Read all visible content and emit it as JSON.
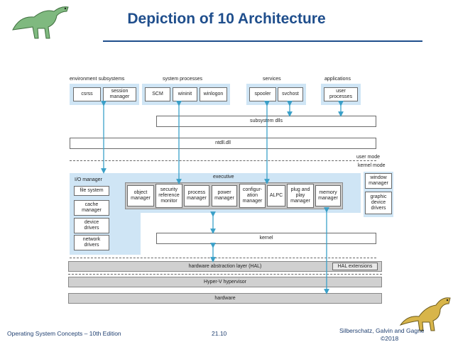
{
  "slide": {
    "title": "Depiction of 10 Architecture",
    "footer_left": "Operating System Concepts – 10th Edition",
    "footer_center": "21.10",
    "footer_right": "Silberschatz, Galvin and Gagne",
    "footer_right_2": "©2018"
  },
  "diagram": {
    "group_labels": {
      "environment_subsystems": "environment subsystems",
      "system_processes": "system processes",
      "services": "services",
      "applications": "applications"
    },
    "user_boxes": {
      "csrss": "csrss",
      "session_manager": "session\nmanager",
      "scm": "SCM",
      "wininit": "wininit",
      "winlogon": "winlogon",
      "spooler": "spooler",
      "svchost": "svchost",
      "user_processes": "user\nprocesses"
    },
    "subsystem_dlls": "subsystem dlls",
    "ntdll": "ntdll.dll",
    "user_mode": "user mode",
    "kernel_mode": "kernel mode",
    "executive": "executive",
    "io_manager": "I/O manager",
    "io_items": {
      "file_system": "file system",
      "cache_manager": "cache\nmanager",
      "device_drivers": "device\ndrivers",
      "network_drivers": "network\ndrivers"
    },
    "exec_components": {
      "object_manager": "object\nmanager",
      "security_reference_monitor": "security\nreference\nmonitor",
      "process_manager": "process\nmanager",
      "power_manager": "power\nmanager",
      "configuration_manager": "configur-\nation\nmanager",
      "alpc": "ALPC",
      "plug_and_play_manager": "plug and\nplay\nmanager",
      "memory_manager": "memory\nmanager"
    },
    "window_manager": "window\nmanager",
    "graphic_device_drivers": "graphic\ndevice\ndrivers",
    "kernel": "kernel",
    "hal": "hardware abstraction layer (HAL)",
    "hal_extensions": "HAL extensions",
    "hyperv": "Hyper-V hypervisor",
    "hardware": "hardware"
  },
  "colors": {
    "title": "#1f4e8c",
    "executive_bg": "#cfe5f5",
    "arrow": "#3aa0c8",
    "bars": "#d0d0d0"
  },
  "icons": {
    "top_left": "dinosaur-icon",
    "bottom_right": "dinosaur-icon"
  }
}
